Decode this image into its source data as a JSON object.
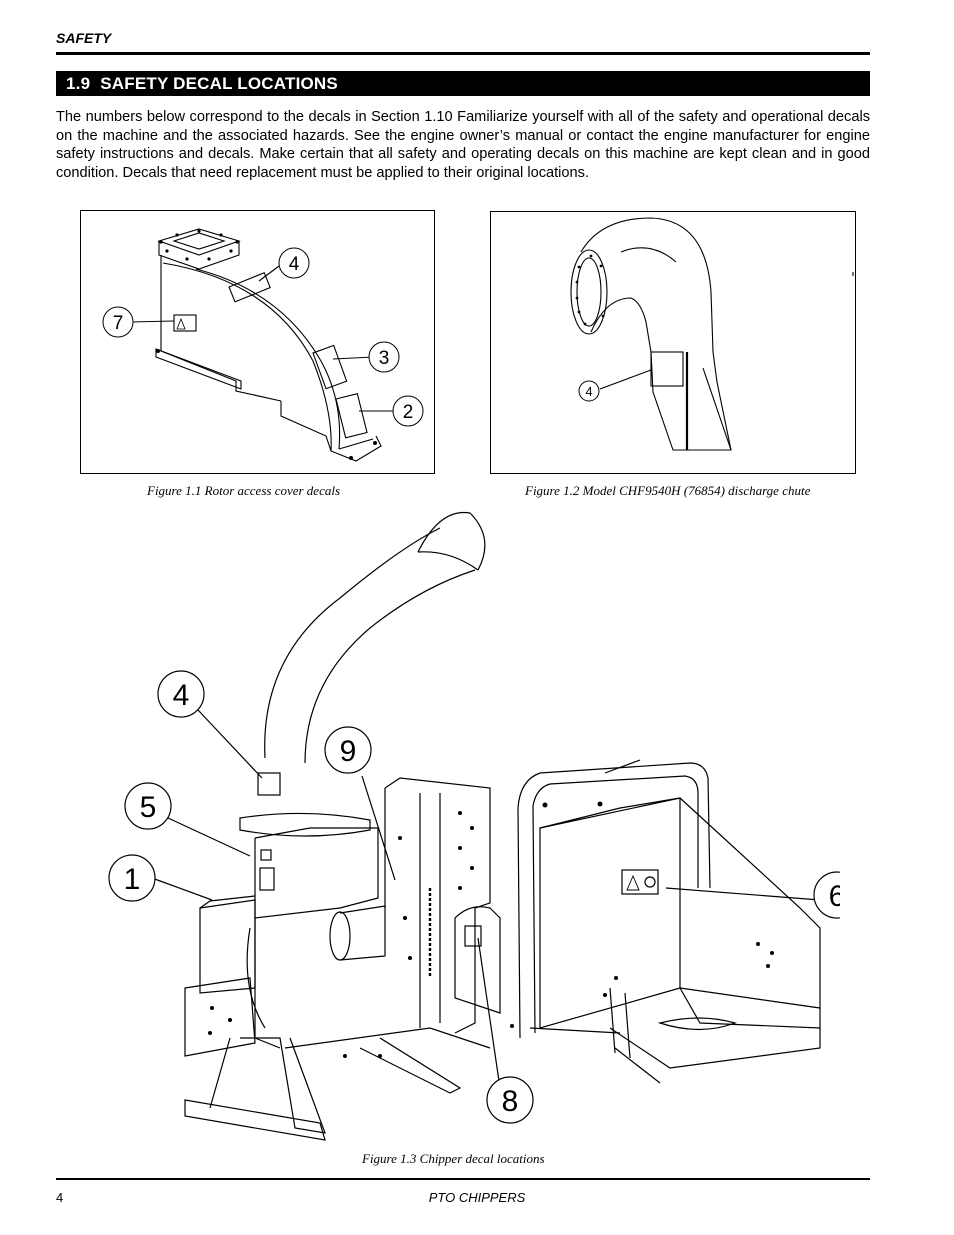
{
  "header": {
    "running_head": "SAFETY"
  },
  "section": {
    "number": "1.9",
    "title": "SAFETY DECAL LOCATIONS"
  },
  "intro": "The numbers below correspond to the decals in Section 1.10  Familiarize yourself with all of the safety and operational decals on the machine and the associated hazards.  See the engine owner’s manual or contact the engine manufacturer for engine safety instructions and decals.  Make certain that all safety and operating decals on this machine are kept clean and in good condition. Decals that need replacement must be applied to their original locations.",
  "figures": {
    "fig1": {
      "caption": "Figure 1.1  Rotor access cover decals",
      "callouts": [
        "4",
        "7",
        "3",
        "2"
      ]
    },
    "fig2": {
      "caption": "Figure 1.2  Model CHF9540H (76854) discharge chute",
      "callouts": [
        "4"
      ]
    },
    "fig3": {
      "caption": "Figure 1.3  Chipper decal locations",
      "callouts": [
        "4",
        "9",
        "5",
        "1",
        "6",
        "8"
      ]
    }
  },
  "footer": {
    "page_number": "4",
    "title": "PTO CHIPPERS"
  }
}
